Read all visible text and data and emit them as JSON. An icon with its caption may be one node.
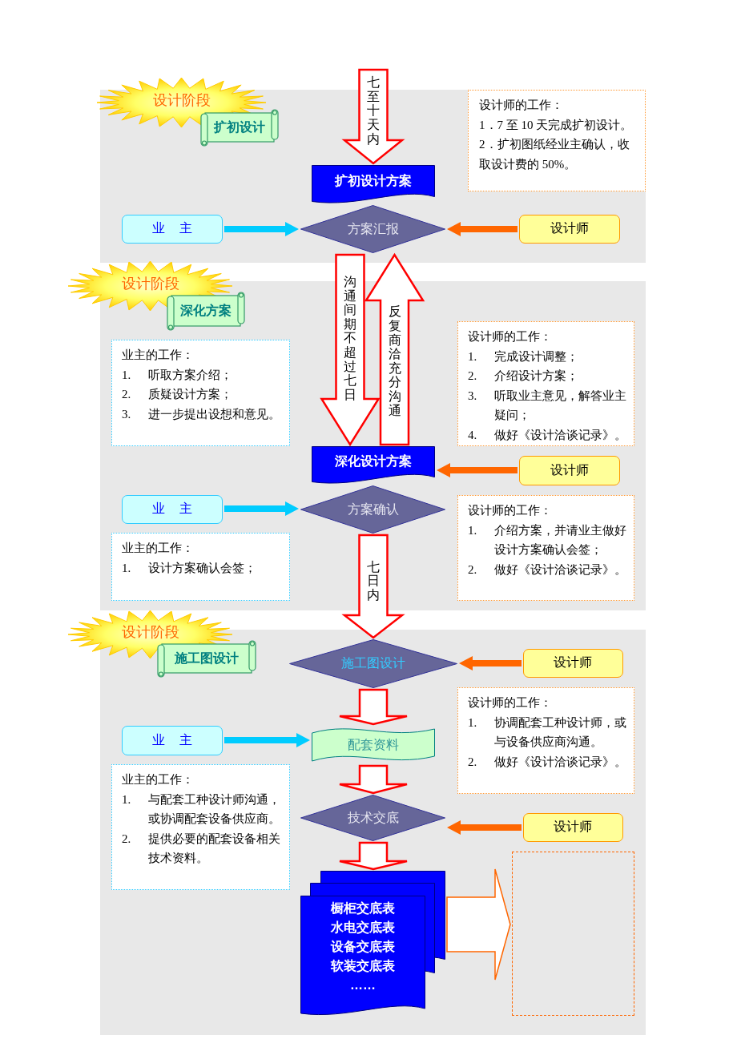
{
  "diagram": {
    "nodes": [
      {
        "text": [],
        "shape": "band"
      },
      {
        "text": [
          "设计阶段"
        ]
      },
      {
        "text": [
          "扩初设计"
        ],
        "in": 0
      },
      {
        "text": [
          "设计师的工作：",
          "1．7 至 10 天完成扩初设计。",
          "2．扩初图纸经业主确认，收取设计费的 50%。"
        ],
        "in": 0
      },
      {
        "text": [
          "扩初设计方案"
        ],
        "in": 0
      },
      {
        "text": [
          "业 主"
        ],
        "in": 0
      },
      {
        "text": [
          "方案汇报"
        ],
        "in": 0
      },
      {
        "text": [
          "设计师"
        ],
        "in": 0
      },
      {
        "text": [],
        "shape": "band"
      },
      {
        "text": [
          "设计阶段"
        ]
      },
      {
        "text": [
          "深化方案"
        ],
        "in": 8
      },
      {
        "text": [
          "业主的工作：",
          "1. 听取方案介绍；",
          "2. 质疑设计方案；",
          "3. 进一步提出设想和意见。"
        ],
        "in": 8
      },
      {
        "text": [
          "设计师的工作：",
          "1. 完成设计调整；",
          "2. 介绍设计方案；",
          "3. 听取业主意见，解答业主疑问；",
          "4. 做好《设计洽谈记录》。"
        ],
        "in": 8
      },
      {
        "text": [
          "深化设计方案"
        ],
        "in": 8
      },
      {
        "text": [
          "设计师"
        ],
        "in": 8
      },
      {
        "text": [
          "业 主"
        ],
        "in": 8
      },
      {
        "text": [
          "方案确认"
        ],
        "in": 8
      },
      {
        "text": [
          "业主的工作：",
          "1. 设计方案确认会签；"
        ],
        "in": 8
      },
      {
        "text": [
          "设计师的工作：",
          "1. 介绍方案，并请业主做好设计方案确认会签；",
          "2. 做好《设计洽谈记录》。"
        ],
        "in": 8
      },
      {
        "text": [],
        "shape": "band"
      },
      {
        "text": [
          "设计阶段"
        ]
      },
      {
        "text": [
          "施工图设计"
        ],
        "in": 19
      },
      {
        "text": [
          "施工图设计"
        ],
        "in": 19
      },
      {
        "text": [
          "设计师"
        ],
        "in": 19
      },
      {
        "text": [
          "设计师的工作：",
          "1. 协调配套工种设计师，或与设备供应商沟通。",
          "2. 做好《设计洽谈记录》。"
        ],
        "in": 19
      },
      {
        "text": [
          "业 主"
        ],
        "in": 19
      },
      {
        "text": [
          "配套资料"
        ],
        "in": 19
      },
      {
        "text": [
          "业主的工作：",
          "1. 与配套工种设计师沟通，或协调配套设备供应商。",
          "2. 提供必要的配套设备相关技术资料。"
        ],
        "in": 19
      },
      {
        "text": [
          "技术交底"
        ],
        "in": 19
      },
      {
        "text": [
          "设计师"
        ],
        "in": 19
      },
      {
        "text": [
          "橱柜交底表",
          "水电交底表",
          "设备交底表",
          "软装交底表",
          "……"
        ],
        "in": 19
      },
      {
        "text": [],
        "shape": "box",
        "in": 19
      }
    ],
    "edges": [
      {
        "from": null,
        "to": 4,
        "arrow": "to",
        "label": "七至十天内",
        "style": "thick"
      },
      {
        "from": 5,
        "to": 6,
        "arrow": "to",
        "color": "#00ccff"
      },
      {
        "from": 7,
        "to": 6,
        "arrow": "to",
        "color": "#ff6600"
      },
      {
        "from": 6,
        "to": 13,
        "arrow": "to",
        "label": "沟通间期不超过七日",
        "style": "thick"
      },
      {
        "from": 13,
        "to": 6,
        "arrow": "to",
        "label": "反复商洽充分沟通",
        "style": "thick"
      },
      {
        "from": 14,
        "to": 13,
        "arrow": "to",
        "color": "#ff6600"
      },
      {
        "from": 15,
        "to": 16,
        "arrow": "to",
        "color": "#00ccff"
      },
      {
        "from": 16,
        "to": 22,
        "arrow": "to",
        "label": "七日内",
        "style": "thick"
      },
      {
        "from": 23,
        "to": 22,
        "arrow": "to",
        "color": "#ff6600"
      },
      {
        "from": 22,
        "to": 26,
        "arrow": "to",
        "style": "thick"
      },
      {
        "from": 25,
        "to": 26,
        "arrow": "to",
        "color": "#00ccff"
      },
      {
        "from": 26,
        "to": 28,
        "arrow": "to",
        "style": "thick"
      },
      {
        "from": 29,
        "to": 28,
        "arrow": "to",
        "color": "#ff6600"
      },
      {
        "from": 28,
        "to": 30,
        "arrow": "to",
        "style": "thick"
      },
      {
        "from": 30,
        "to": 31,
        "arrow": "to",
        "style": "thick",
        "color": "#ff6600"
      }
    ]
  }
}
